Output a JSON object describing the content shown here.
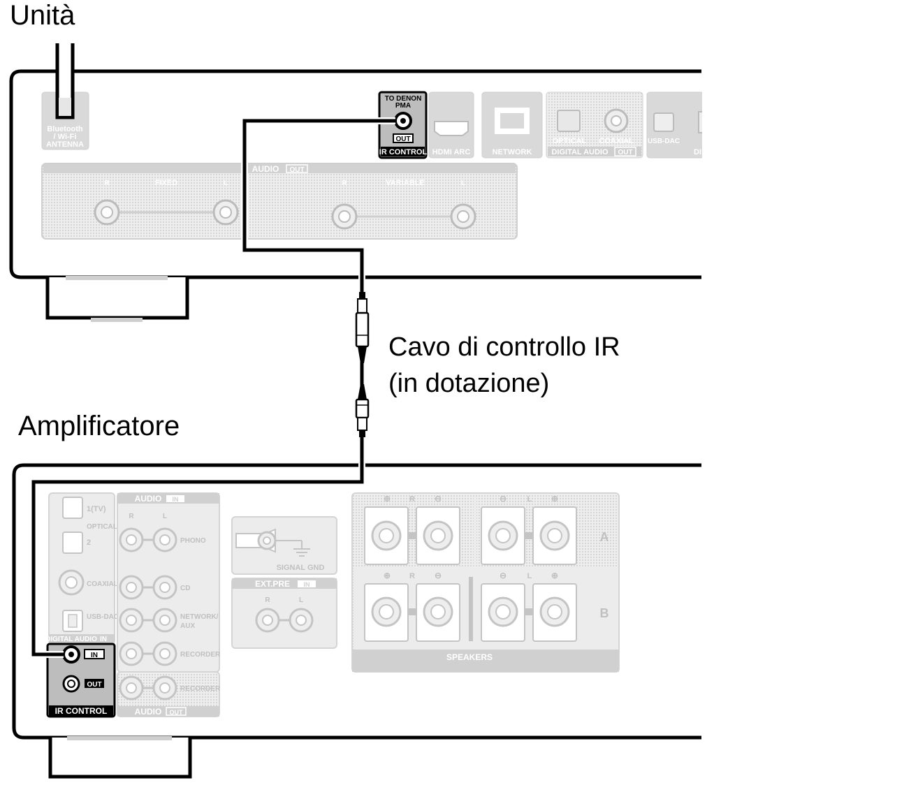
{
  "labels": {
    "unit": "Unità",
    "amplifier": "Amplificatore",
    "cable_line1": "Cavo di controllo IR",
    "cable_line2": "(in dotazione)"
  },
  "unit_panel": {
    "antenna_line1": "Bluetooth",
    "antenna_line2": "/ Wi-Fi",
    "antenna_line3": "ANTENNA",
    "to_denon_line1": "TO DENON",
    "to_denon_line2": "PMA",
    "out_badge": "OUT",
    "ir_control": "IR CONTROL",
    "hdmi_arc": "HDMI ARC",
    "network": "NETWORK",
    "optical": "OPTICAL",
    "coaxial": "COAXIAL",
    "digital_audio": "DIGITAL AUDIO",
    "usb_dac": "USB-DAC",
    "dig_partial": "DI",
    "audio": "AUDIO",
    "fixed": "FIXED",
    "variable": "VARIABLE",
    "r": "R",
    "l": "L"
  },
  "amp_panel": {
    "tv1": "1(TV)",
    "optical": "OPTICAL",
    "two": "2",
    "coaxial": "COAXIAL",
    "usb_dac": "USB-DAC",
    "digital_audio": "DIGITAL AUDIO",
    "in_badge": "IN",
    "out_badge": "OUT",
    "ir_control": "IR CONTROL",
    "audio": "AUDIO",
    "phono": "PHONO",
    "cd": "CD",
    "network_aux_line1": "NETWORK/",
    "network_aux_line2": "AUX",
    "recorder": "RECORDER",
    "signal_gnd": "SIGNAL GND",
    "ext_pre": "EXT.PRE",
    "speakers": "SPEAKERS",
    "row_a": "A",
    "row_b": "B",
    "r": "R",
    "l": "L"
  },
  "colors": {
    "panel_fill": "#d9d9d9",
    "panel_stroke": "#cfcfcf",
    "highlight_fill": "#bdbdbd",
    "cable": "#000000"
  }
}
